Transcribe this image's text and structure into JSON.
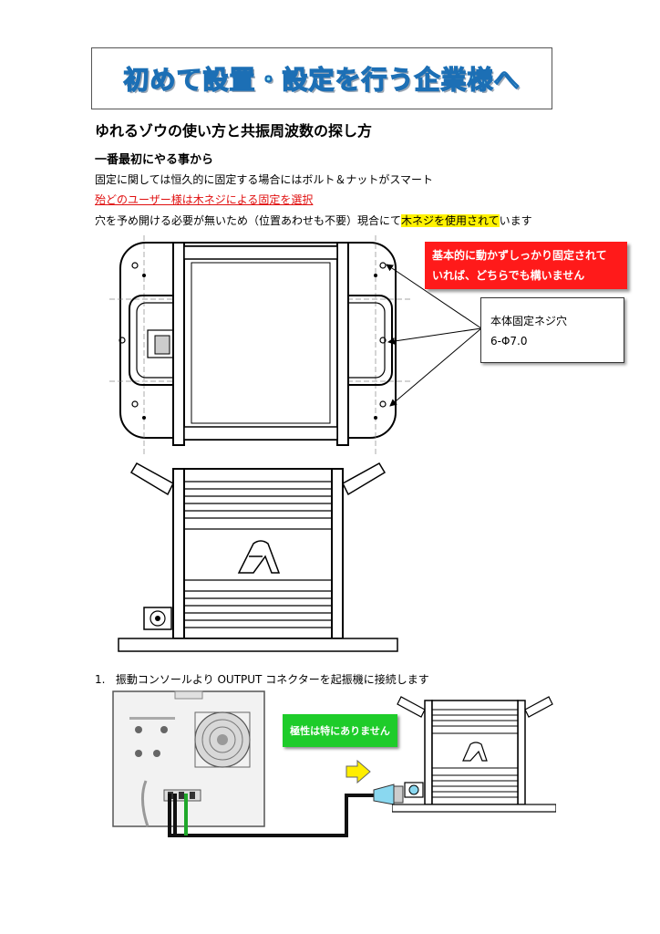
{
  "banner": {
    "title": "初めて設置・設定を行う企業様へ"
  },
  "heading": "ゆれるゾウの使い方と共振周波数の探し方",
  "subheading": "一番最初にやる事から",
  "lines": {
    "l1": "固定に関しては恒久的に固定する場合にはボルト＆ナットがスマート",
    "l2": "殆どのユーザー様は木ネジによる固定を選択",
    "l3_pre": "穴を予め開ける必要が無いため（位置あわせも不要）現合にて",
    "l3_hl": "木ネジを使用されて",
    "l3_post": "います"
  },
  "red_note": {
    "line1": "基本的に動かずしっかり固定されて",
    "line2": "いれば、どちらでも構いません"
  },
  "callout": {
    "line1": "本体固定ネジ穴",
    "line2": "6-Φ7.0"
  },
  "step1": {
    "number": "1.",
    "text": "振動コンソールより OUTPUT コネクターを起振機に接続します"
  },
  "green_note": "極性は特にありません",
  "colors": {
    "banner_fill": "#9fe8f5",
    "banner_stroke": "#1c6fb5",
    "red": "#ff1a1a",
    "green": "#1ecc2a",
    "highlight": "#fff200",
    "arrow_yellow": "#ffee00"
  }
}
